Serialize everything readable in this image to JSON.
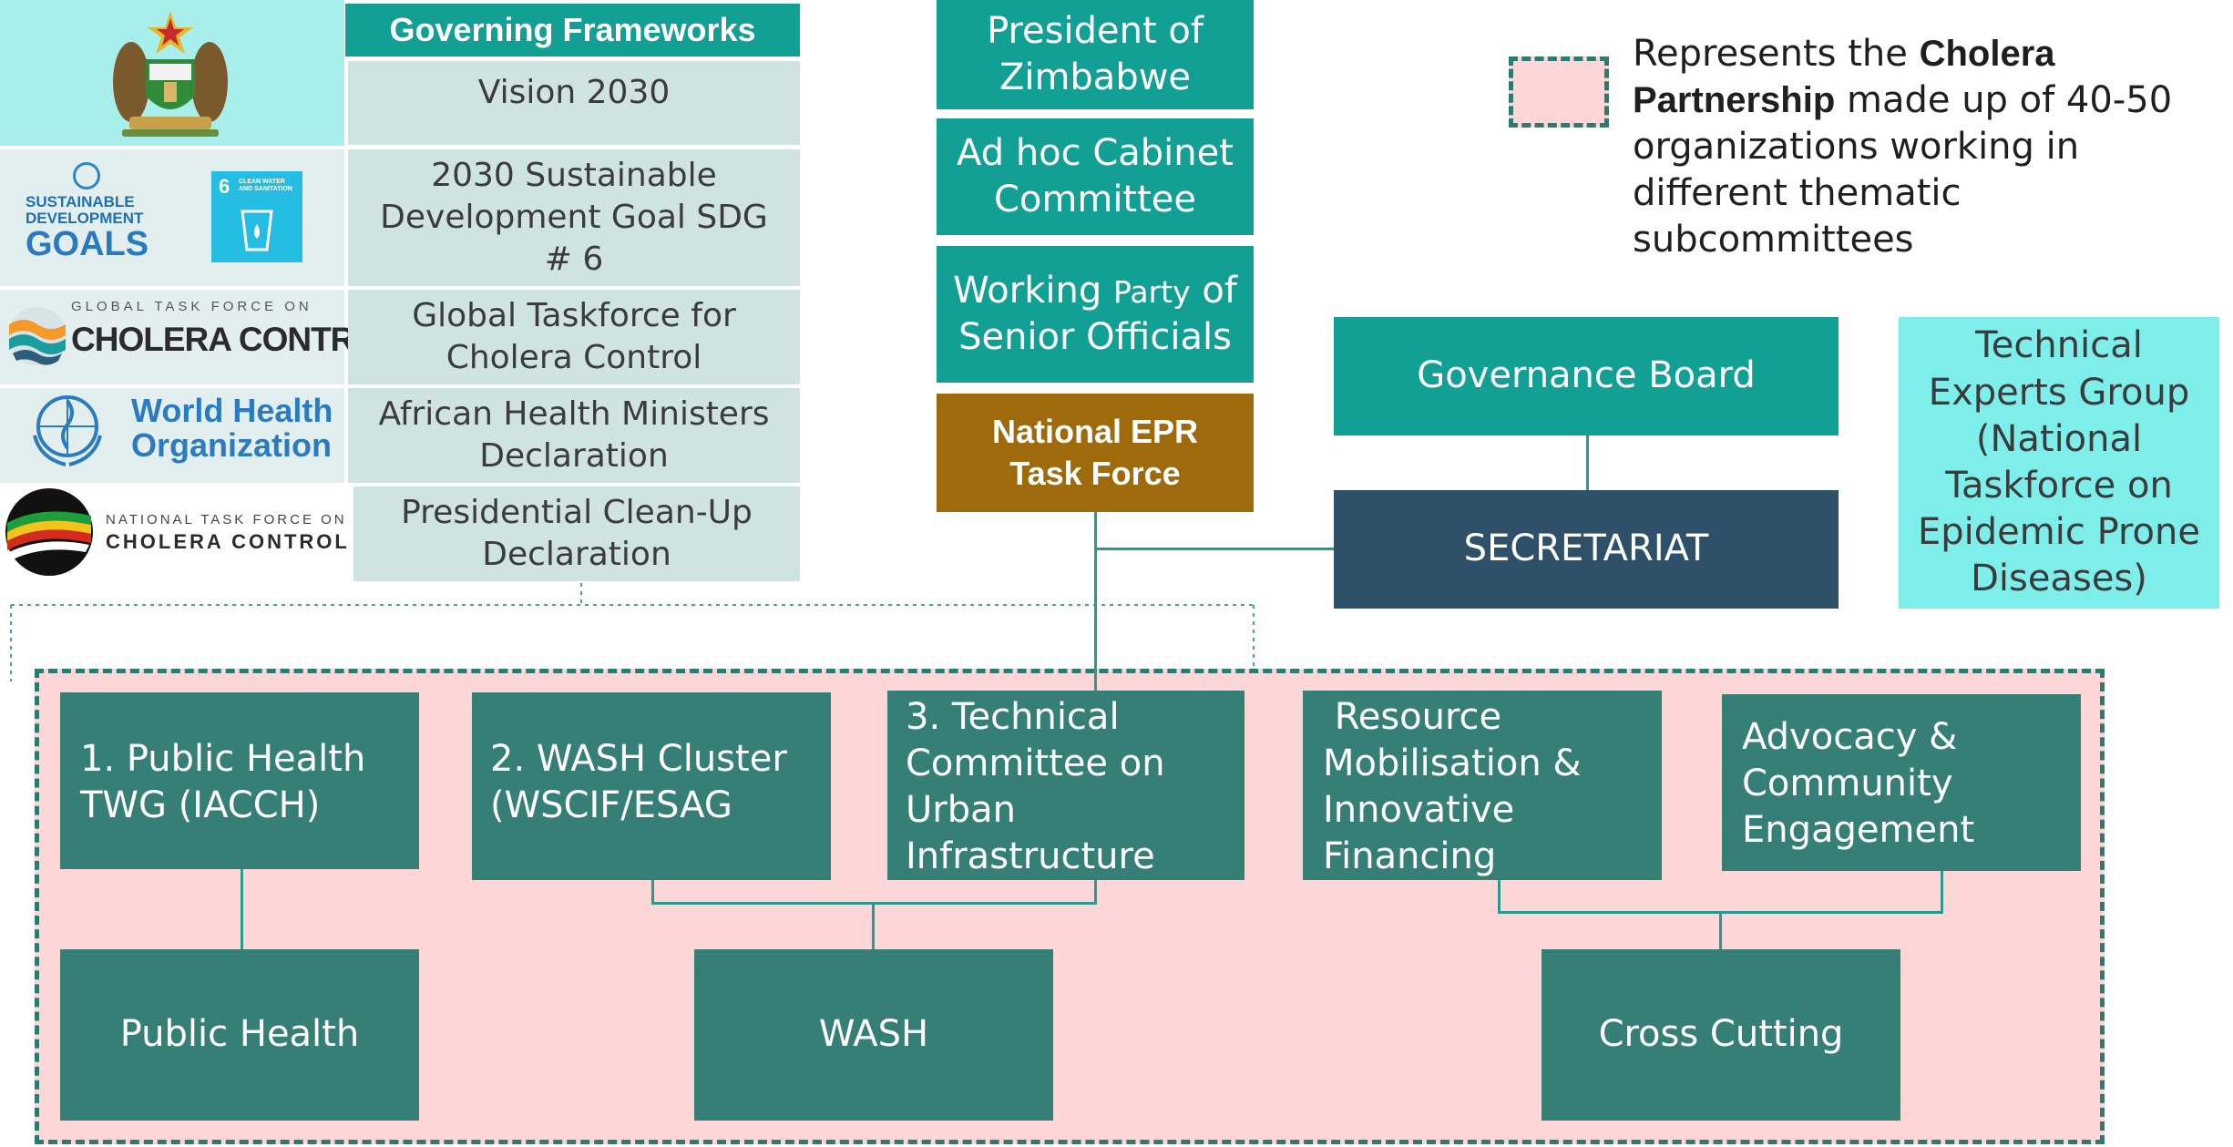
{
  "frameworks": {
    "title": "Governing Frameworks",
    "items": [
      "Vision 2030",
      "2030 Sustainable Development Goal SDG # 6",
      "Global Taskforce for Cholera Control",
      "African Health Ministers Declaration",
      "Presidential Clean-Up Declaration"
    ]
  },
  "logos": {
    "sdg_line1": "SUSTAINABLE",
    "sdg_line2": "DEVELOPMENT",
    "sdg_line3": "GOALS",
    "sdg6_num": "6",
    "sdg6_line1": "CLEAN WATER",
    "sdg6_line2": "AND SANITATION",
    "gtfcc_small": "GLOBAL TASK FORCE ON",
    "gtfcc_big": "CHOLERA CONTROL",
    "who_line1": "World Health",
    "who_line2": "Organization",
    "ntfcc_small": "NATIONAL TASK FORCE ON",
    "ntfcc_big": "CHOLERA CONTROL"
  },
  "hierarchy": {
    "president": "President of Zimbabwe",
    "cabinet": "Ad hoc Cabinet Committee",
    "working_party_a": "Working ",
    "working_party_b": "Party",
    "working_party_c": " of Senior Officials",
    "epr": "National EPR Task Force"
  },
  "governance_board": "Governance Board",
  "secretariat": "SECRETARIAT",
  "technical_experts": "Technical Experts Group (National Taskforce on Epidemic Prone Diseases)",
  "legend": {
    "text_a": "Represents the ",
    "text_bold1": "Cholera",
    "text_bold2": "Partnership",
    "text_b": " made up of 40-50 organizations working in different thematic subcommittees"
  },
  "subcommittees": [
    "1. Public Health TWG (IACCH)",
    "2. WASH Cluster (WSCIF/ESAG",
    "3. Technical Committee on Urban Infrastructure",
    " Resource Mobilisation & Innovative Financing",
    "Advocacy & Community Engagement"
  ],
  "clusters": [
    "Public Health",
    "WASH",
    "Cross Cutting"
  ],
  "colors": {
    "teal": "#12a095",
    "mid_teal": "#357f77",
    "epr_gold": "#9e6a0c",
    "secretariat_navy": "#2e5068",
    "tech_experts_aqua": "#7eeeea",
    "partnership_pink": "#fdd6d8",
    "partnership_border": "#2a7b70",
    "framework_cell": "#cfe3e0"
  }
}
